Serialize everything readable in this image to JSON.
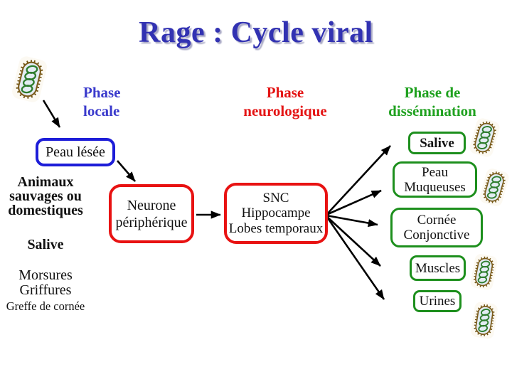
{
  "title": "Rage : Cycle viral",
  "phases": [
    {
      "id": "locale",
      "lines": [
        "Phase",
        "locale"
      ]
    },
    {
      "id": "neurologique",
      "lines": [
        "Phase",
        "neurologique"
      ]
    },
    {
      "id": "dissemination",
      "lines": [
        "Phase de",
        "dissémination"
      ]
    }
  ],
  "boxes": {
    "peau_lesee": {
      "lines": [
        "Peau lésée"
      ]
    },
    "neurone": {
      "lines": [
        "Neurone",
        "périphérique"
      ]
    },
    "snc": {
      "lines": [
        "SNC",
        "Hippocampe",
        "Lobes temporaux"
      ]
    },
    "salive": {
      "lines": [
        "Salive"
      ]
    },
    "peau_muqueuses": {
      "lines": [
        "Peau",
        "Muqueuses"
      ]
    },
    "cornee": {
      "lines": [
        "Cornée",
        "Conjonctive"
      ]
    },
    "muscles": {
      "lines": [
        "Muscles"
      ]
    },
    "urines": {
      "lines": [
        "Urines"
      ]
    }
  },
  "left_notes": {
    "animaux": [
      "Animaux",
      "sauvages ou",
      "domestiques"
    ],
    "salive": "Salive",
    "morsures": [
      "Morsures",
      "Griffures"
    ],
    "greffe": "Greffe de cornée"
  },
  "icons": {
    "virus": "rabies-virus-icon",
    "virus_count": 5
  },
  "connections": [
    {
      "from": "rabies-virus",
      "to": "peau-lesee"
    },
    {
      "from": "peau-lesee",
      "to": "neurone-peripherique"
    },
    {
      "from": "neurone-peripherique",
      "to": "snc"
    },
    {
      "from": "snc",
      "to": "salive"
    },
    {
      "from": "snc",
      "to": "peau-muqueuses"
    },
    {
      "from": "snc",
      "to": "cornee-conjonctive"
    },
    {
      "from": "snc",
      "to": "muscles"
    },
    {
      "from": "snc",
      "to": "urines"
    }
  ],
  "colors": {
    "title-blue": "#3232b2",
    "title-shadow": "#aaaac6",
    "phase-blue": "#3a3acc",
    "phase-red": "#e41414",
    "phase-green": "#1fa11f",
    "box-blue": "#1d1dd8",
    "box-red": "#e81212",
    "box-green": "#1d8f1d",
    "arrow-black": "#000000",
    "virus-spike": "#6f510f",
    "virus-outline": "#7c5c1c",
    "virus-body": "#e3ecf3",
    "virus-coil": "#2e7d2e"
  }
}
